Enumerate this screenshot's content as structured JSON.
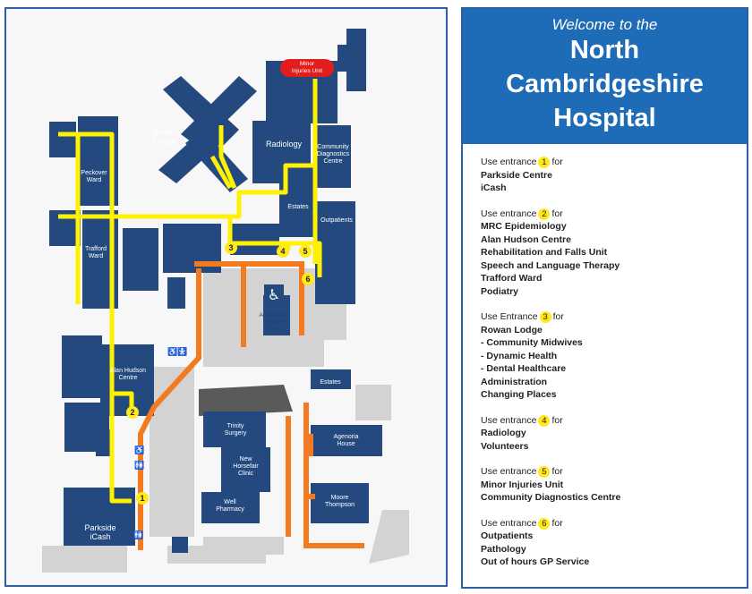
{
  "map": {
    "labels": {
      "minor_injuries": "Minor\nInjuries Unit",
      "rowan_lodge": "Rowan\nLodge",
      "radiology": "Radiology",
      "community_diagnostics": "Community\nDiagnostics\nCentre",
      "peckover": "Peckover\nWard",
      "estates_top": "Estates",
      "outpatients": "Outpatients",
      "trafford": "Trafford\nWard",
      "accessible_parking": "Accessible\nParking\nOnly",
      "alan_hudson": "Alan Hudson\nCentre",
      "estates_bottom": "Estates",
      "trinity": "Trinity\nSurgery",
      "new_horsefair": "New\nHorsefair\nClinic",
      "well_pharmacy": "Well\nPharmacy",
      "agenoria": "Agenoria\nHouse",
      "moore_thompson": "Moore\nThompson",
      "parkside": "Parkside\niCash"
    },
    "entrances": [
      "1",
      "2",
      "3",
      "4",
      "5",
      "6"
    ],
    "icons": [
      "wheelchair-icon",
      "baby-change-icon",
      "toilet-icon"
    ],
    "colors": {
      "building": "#24497f",
      "route": "#fff200",
      "path": "#f47a20",
      "red": "#e31d1d"
    }
  },
  "info": {
    "welcome": "Welcome to the",
    "title_lines": [
      "North",
      "Cambridgeshire",
      "Hospital"
    ],
    "groups": [
      {
        "prefix": "Use entrance",
        "number": "1",
        "suffix": "for",
        "destinations": [
          "Parkside Centre",
          "iCash"
        ]
      },
      {
        "prefix": "Use entrance",
        "number": "2",
        "suffix": "for",
        "destinations": [
          "MRC Epidemiology",
          "Alan Hudson Centre",
          "Rehabilitation and Falls Unit",
          "Speech and Language Therapy",
          "Trafford Ward",
          "Podiatry"
        ]
      },
      {
        "prefix": "Use Entrance",
        "number": "3",
        "suffix": "for",
        "destinations": [
          "Rowan Lodge",
          "- Community Midwives",
          "- Dynamic Health",
          "- Dental Healthcare",
          "Administration",
          "Changing Places"
        ]
      },
      {
        "prefix": "Use entrance",
        "number": "4",
        "suffix": "for",
        "destinations": [
          "Radiology",
          "Volunteers"
        ]
      },
      {
        "prefix": "Use entrance",
        "number": "5",
        "suffix": "for",
        "destinations": [
          "Minor Injuries Unit",
          "Community Diagnostics Centre"
        ]
      },
      {
        "prefix": "Use entrance",
        "number": "6",
        "suffix": "for",
        "destinations": [
          "Outpatients",
          "Pathology",
          "Out of hours GP Service"
        ]
      }
    ]
  }
}
